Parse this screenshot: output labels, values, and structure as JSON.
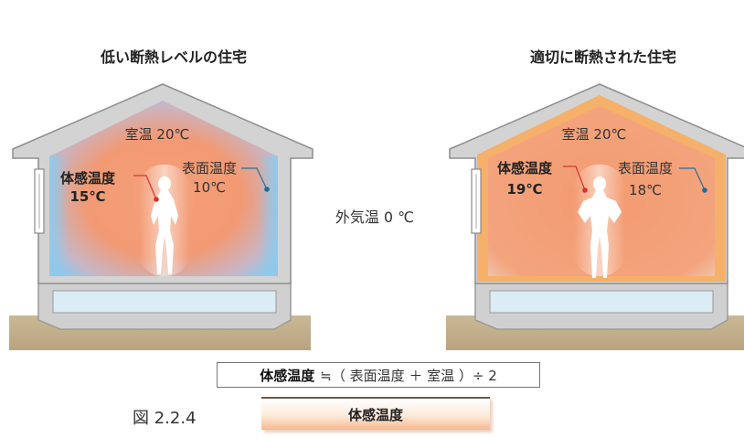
{
  "left_house": {
    "title": "低い断熱レベルの住宅",
    "room_temp": "室温 20℃",
    "surface_label": "表面温度",
    "surface_value": "10℃",
    "sensed_label": "体感温度",
    "sensed_value": "15℃"
  },
  "right_house": {
    "title": "適切に断熱された住宅",
    "room_temp": "室温 20℃",
    "surface_label": "表面温度",
    "surface_value": "18℃",
    "sensed_label": "体感温度",
    "sensed_value": "19℃"
  },
  "outside_temp": "外気温 0 ℃",
  "formula": {
    "term": "体感温度",
    "expression": "≒（ 表面温度 ＋ 室温 ）÷ 2"
  },
  "figure_number": "図 2.2.4",
  "caption": "体感温度",
  "colors": {
    "warm": "#f08a5d",
    "cold": "#8fc9ea",
    "insulation": "#f5b06a",
    "wall": "#d3d3d3",
    "ground": "#c8b89a",
    "marker": "#d9322b"
  }
}
